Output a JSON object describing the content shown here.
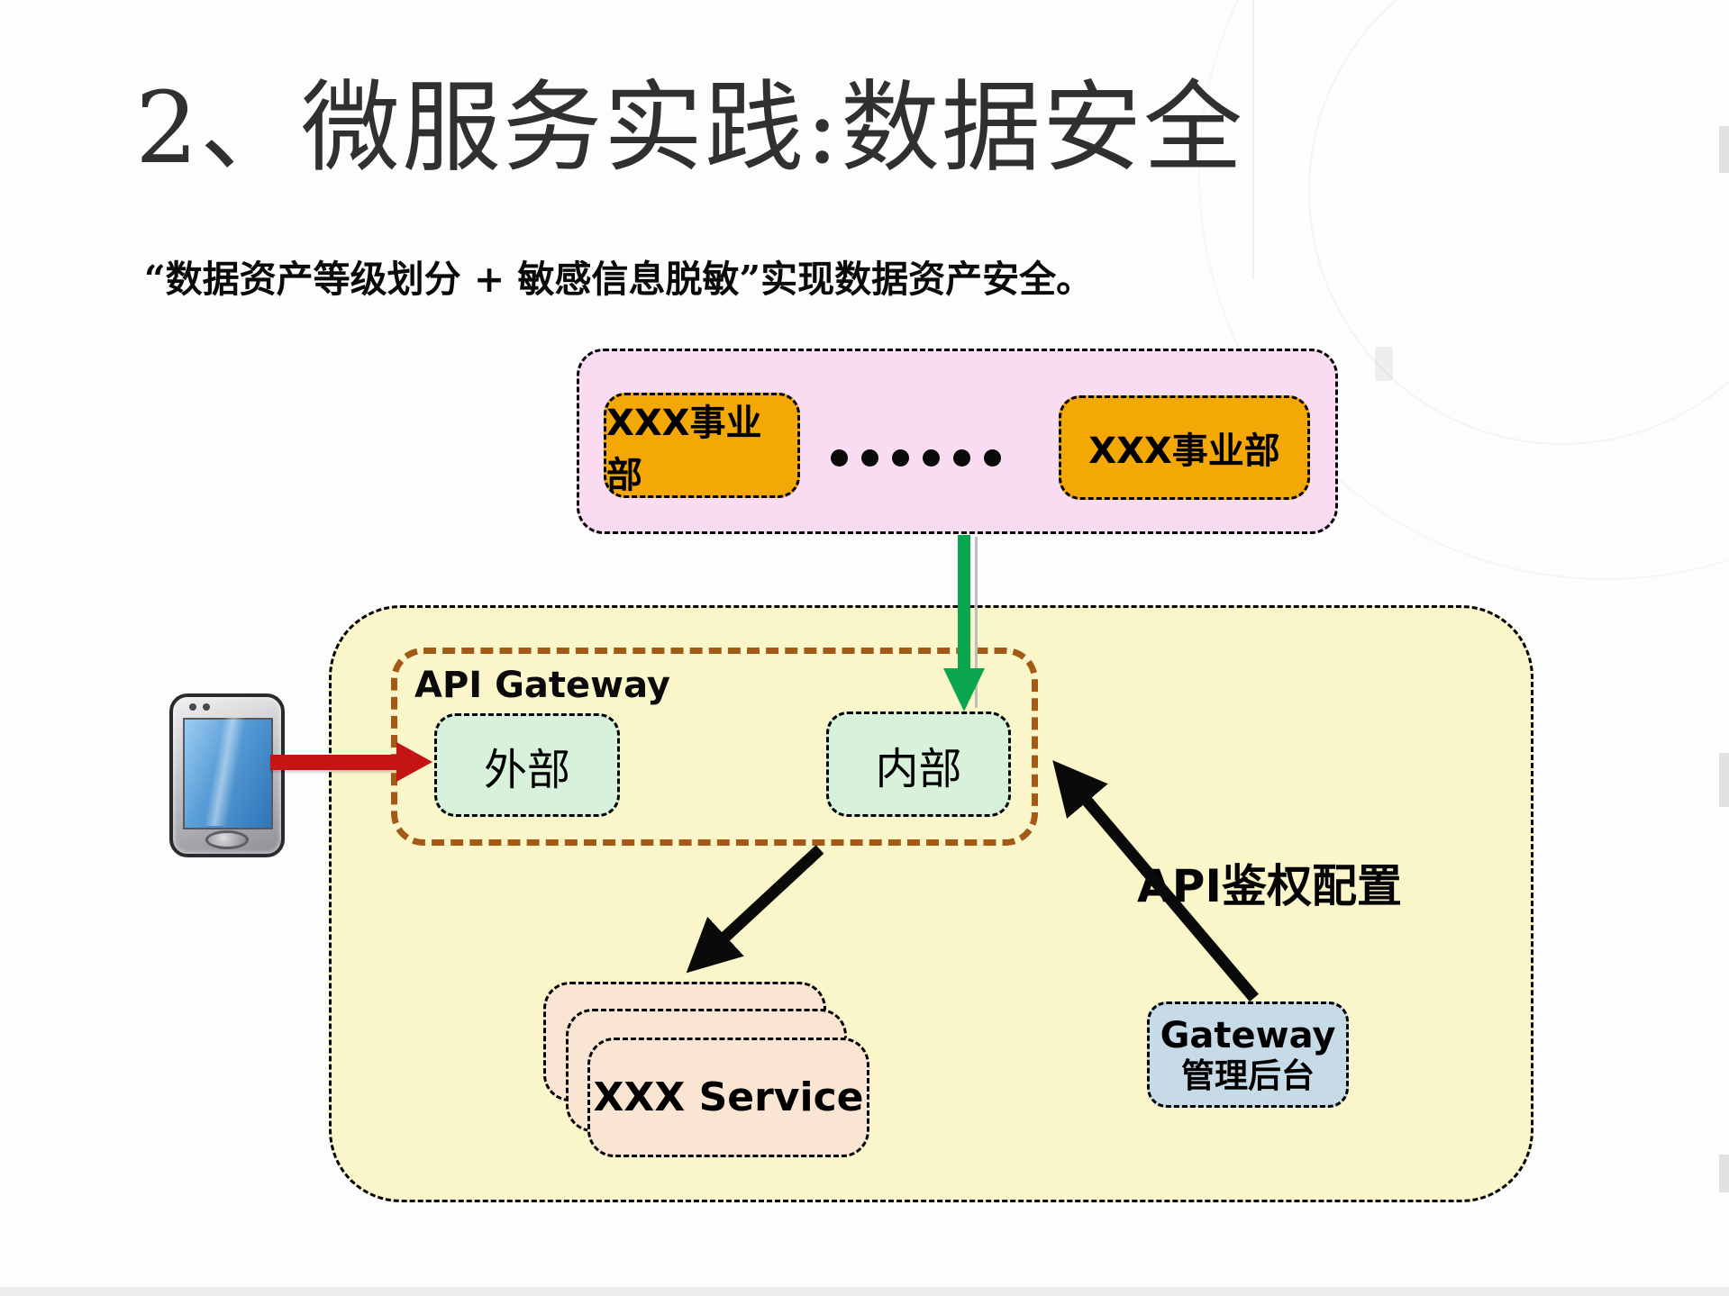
{
  "slide": {
    "title": "2、微服务实践:数据安全",
    "subtitle": "“数据资产等级划分 + 敏感信息脱敏”实现数据资产安全。"
  },
  "diagram": {
    "business_units": {
      "left_label": "XXX事业部",
      "right_label": "XXX事业部",
      "ellipsis_dots": 6
    },
    "gateway": {
      "label": "API Gateway",
      "external_label": "外部",
      "internal_label": "内部"
    },
    "services": {
      "label": "XXX Service",
      "stack_count": 3
    },
    "admin": {
      "line1": "Gateway",
      "line2": "管理后台"
    },
    "auth_config_label": "API鉴权配置",
    "icons": {
      "phone": "smartphone-icon"
    }
  },
  "colors": {
    "business_container_fill": "#fadcf2",
    "business_unit_fill": "#f4a805",
    "platform_fill": "#faf6ca",
    "gateway_border": "#a45a17",
    "gateway_zone_fill": "#d7f1da",
    "service_fill": "#f9e5d1",
    "admin_fill": "#c7dae8",
    "arrow_green": "#0aa64e",
    "arrow_red": "#c41414",
    "arrow_black": "#0a0a0a"
  }
}
